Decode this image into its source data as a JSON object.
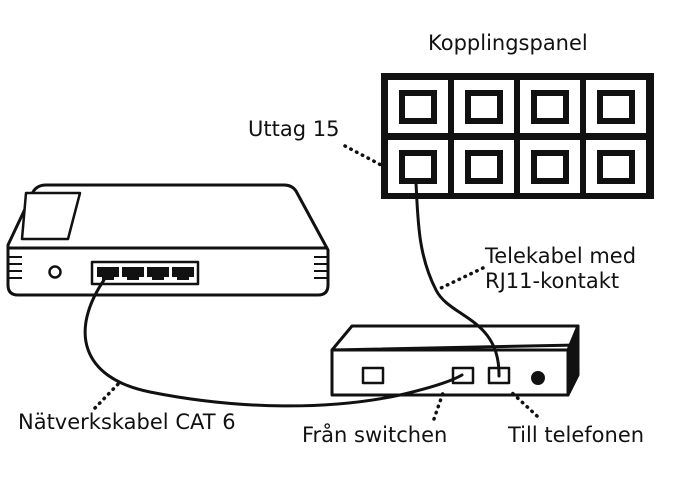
{
  "labels": {
    "patch_panel": "Kopplingspanel",
    "outlet": "Uttag 15",
    "phone_cable_line1": "Telekabel med",
    "phone_cable_line2": "RJ11-kontakt",
    "network_cable": "Nätverkskabel CAT 6",
    "from_switch": "Från switchen",
    "to_phone": "Till telefonen"
  },
  "colors": {
    "ink": "#111111",
    "background": "#ffffff"
  }
}
